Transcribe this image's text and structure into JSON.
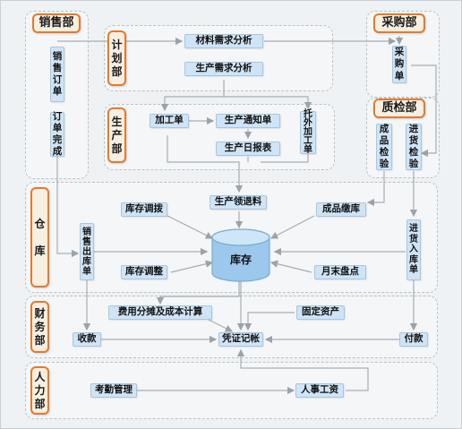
{
  "departments": {
    "sales": "销售部",
    "procurement": "采购部",
    "planning": "计划部",
    "production": "生产部",
    "quality": "质检部",
    "warehouse": "仓\n\n库",
    "finance": "财\n务\n部",
    "hr": "人\n力\n部"
  },
  "nodes": {
    "sales_order": "销\n售\n订\n单",
    "order_complete": "订\n单\n完\n成",
    "material_analysis": "材料需求分析",
    "production_analysis": "生产需求分析",
    "purchase_order": "采\n购\n单",
    "processing_order": "加工单",
    "production_notice": "生产通知单",
    "production_daily": "生产日报表",
    "outsourcing_order": "托\n外\n加\n工\n单",
    "product_inspection": "成\n品\n检\n验",
    "incoming_inspection": "进\n货\n检\n验",
    "inventory_transfer": "库存调拨",
    "production_pick_return": "生产领退料",
    "finished_goods_receipt": "成品缴库",
    "sales_outbound": "销\n售\n出\n库\n单",
    "inventory": "库存",
    "inventory_adjust": "库存调整",
    "month_end_count": "月末盘点",
    "incoming_inbound": "进\n货\n入\n库\n单",
    "cost_allocation": "费用分摊及成本计算",
    "fixed_assets": "固定资产",
    "receipt": "收款",
    "voucher": "凭证记帐",
    "payment": "付款",
    "attendance": "考勤管理",
    "payroll": "人事工资"
  },
  "colors": {
    "dept_border": "#e07b2e",
    "dept_fill": "#f7efe2",
    "node_fill": "#cfe4f5",
    "arrow": "#9aa3aa",
    "cylinder": "#9cc8ee"
  }
}
